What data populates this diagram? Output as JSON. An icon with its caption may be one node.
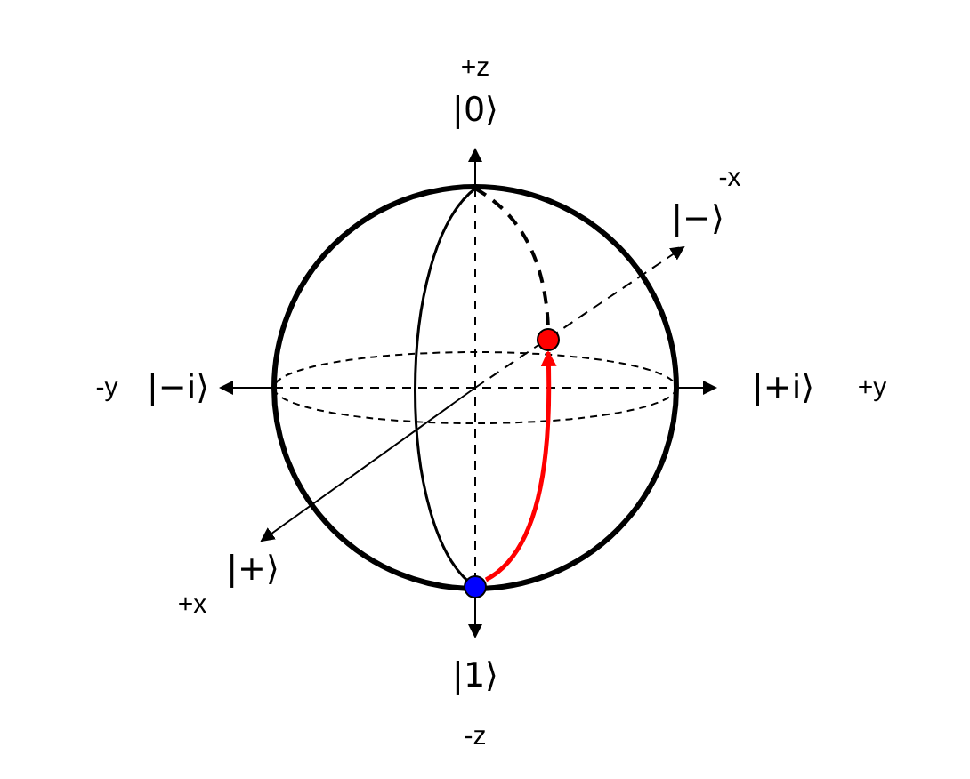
{
  "diagram": {
    "nodes": [
      {
        "text": [],
        "shape": "circle"
      },
      {
        "text": [],
        "shape": "circle"
      }
    ],
    "edges": [
      {
        "from": 0,
        "to": 1,
        "arrow": "to",
        "color": "#ff0000"
      }
    ],
    "labels": [
      "+z",
      "|0⟩",
      "|−⟩",
      "-x",
      "-y",
      "|−i⟩",
      "|+i⟩",
      "+y",
      "|+⟩",
      "+x",
      "|1⟩",
      "-z"
    ]
  }
}
